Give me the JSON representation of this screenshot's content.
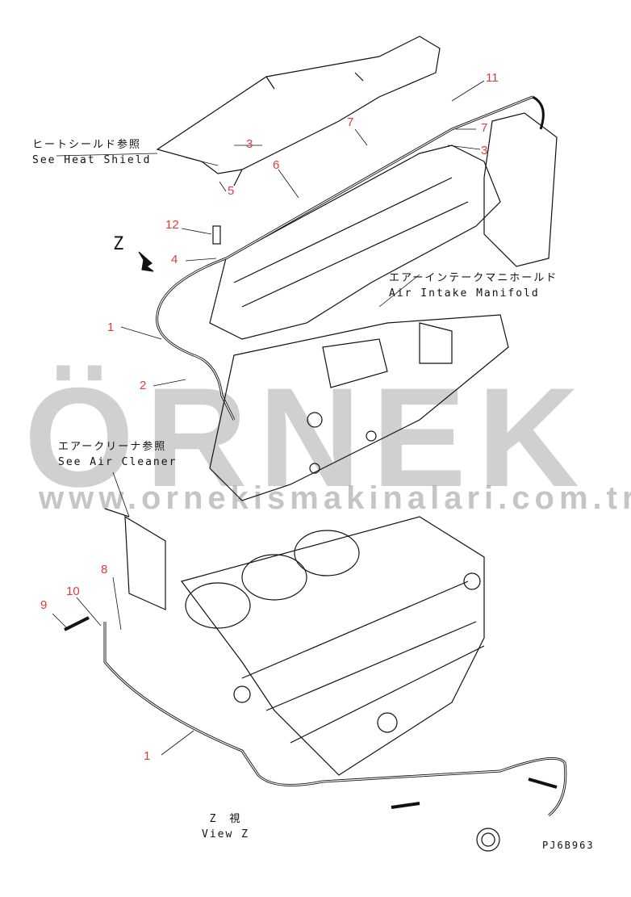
{
  "watermark": {
    "brand": "ÖRNEK",
    "url": "www.ornekismakinalari.com.tr"
  },
  "notes": {
    "heat_shield_jp": "ヒートシールド参照",
    "heat_shield_en": "See Heat Shield",
    "intake_jp": "エアーインテークマニホールド",
    "intake_en": "Air Intake Manifold",
    "air_cleaner_jp": "エアークリーナ参照",
    "air_cleaner_en": "See Air Cleaner",
    "view_z_jp": "Z　視",
    "view_z_en": "View Z",
    "z_marker": "Z"
  },
  "callouts": [
    {
      "id": "c11",
      "label": "11"
    },
    {
      "id": "c7a",
      "label": "7"
    },
    {
      "id": "c7b",
      "label": "7"
    },
    {
      "id": "c3a",
      "label": "3"
    },
    {
      "id": "c3b",
      "label": "3"
    },
    {
      "id": "c6",
      "label": "6"
    },
    {
      "id": "c5",
      "label": "5"
    },
    {
      "id": "c12",
      "label": "12"
    },
    {
      "id": "c4",
      "label": "4"
    },
    {
      "id": "c1a",
      "label": "1"
    },
    {
      "id": "c2",
      "label": "2"
    },
    {
      "id": "c8",
      "label": "8"
    },
    {
      "id": "c10",
      "label": "10"
    },
    {
      "id": "c9",
      "label": "9"
    },
    {
      "id": "c1b",
      "label": "1"
    }
  ],
  "drawing_code": "PJ6B963",
  "colors": {
    "callout": "#e03a3a",
    "line": "#111111",
    "watermark": "#969696"
  }
}
